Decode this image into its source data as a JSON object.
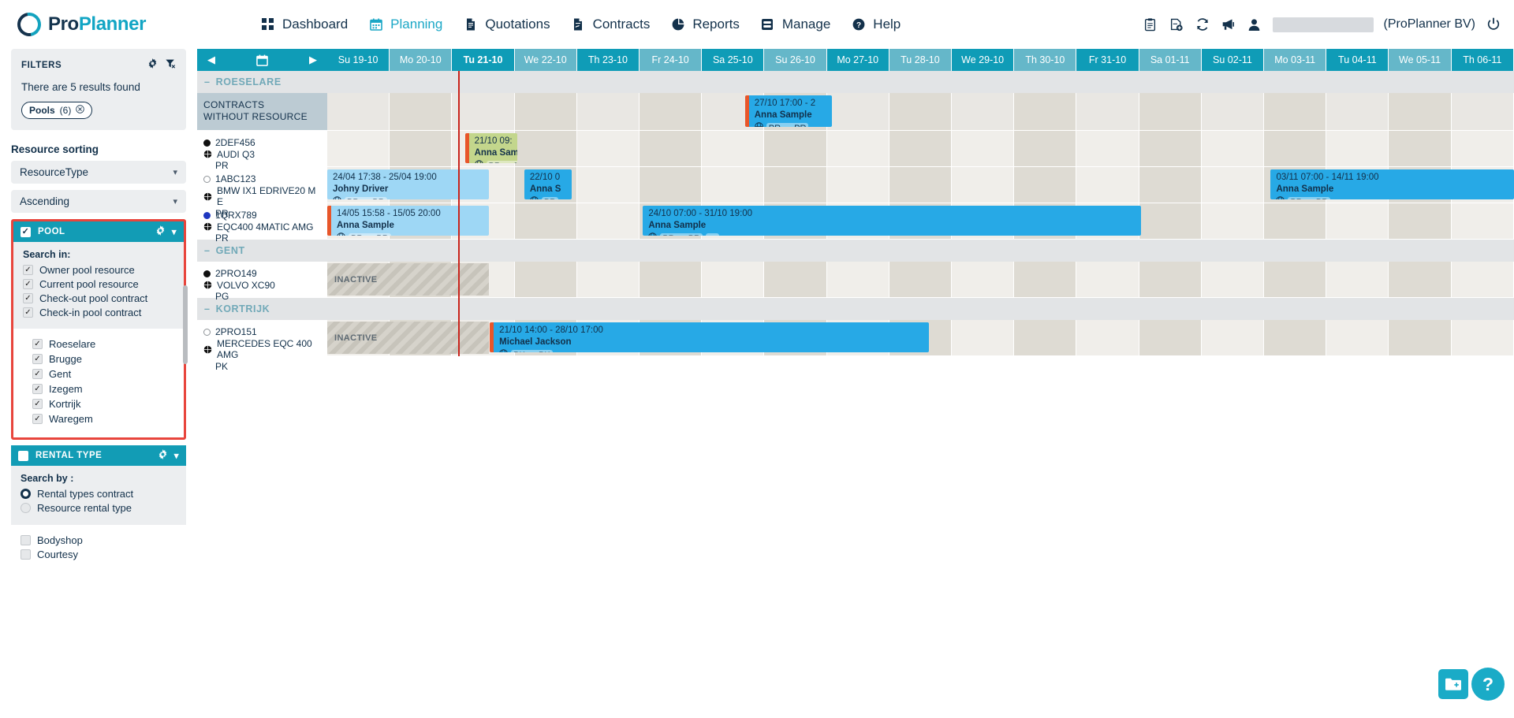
{
  "header": {
    "brand": {
      "pro": "Pro",
      "planner": "Planner"
    },
    "nav": [
      {
        "label": "Dashboard",
        "icon": "grid-icon",
        "active": false
      },
      {
        "label": "Planning",
        "icon": "calendar-icon",
        "active": true
      },
      {
        "label": "Quotations",
        "icon": "document-icon",
        "active": false
      },
      {
        "label": "Contracts",
        "icon": "contract-icon",
        "active": false
      },
      {
        "label": "Reports",
        "icon": "pie-chart-icon",
        "active": false
      },
      {
        "label": "Manage",
        "icon": "manage-icon",
        "active": false
      },
      {
        "label": "Help",
        "icon": "help-icon",
        "active": false
      }
    ],
    "right_icons": [
      "clipboard-icon",
      "add-document-icon",
      "refresh-icon",
      "megaphone-icon",
      "user-icon"
    ],
    "org": "(ProPlanner BV)",
    "logout_icon": "power-icon"
  },
  "sidebar": {
    "filters": {
      "title": "FILTERS",
      "results": "There are 5 results found",
      "chip": {
        "label": "Pools",
        "count": "(6)"
      },
      "gear_icon": "gear-icon",
      "filter_icon": "filter-off-icon"
    },
    "sorting": {
      "label": "Resource sorting",
      "field": "ResourceType",
      "direction": "Ascending"
    },
    "pool": {
      "title": "POOL",
      "checked": true,
      "search_in_label": "Search in:",
      "search_in": [
        {
          "label": "Owner pool resource",
          "checked": true
        },
        {
          "label": "Current pool resource",
          "checked": true
        },
        {
          "label": "Check-out pool contract",
          "checked": true
        },
        {
          "label": "Check-in pool contract",
          "checked": true
        }
      ],
      "pools": [
        {
          "label": "Roeselare",
          "checked": true
        },
        {
          "label": "Brugge",
          "checked": true
        },
        {
          "label": "Gent",
          "checked": true
        },
        {
          "label": "Izegem",
          "checked": true
        },
        {
          "label": "Kortrijk",
          "checked": true
        },
        {
          "label": "Waregem",
          "checked": true
        }
      ]
    },
    "rental_type": {
      "title": "RENTAL TYPE",
      "checked": false,
      "search_by_label": "Search by :",
      "options": [
        {
          "label": "Rental types contract",
          "selected": true
        },
        {
          "label": "Resource rental type",
          "selected": false
        }
      ],
      "types": [
        {
          "label": "Bodyshop",
          "checked": false
        },
        {
          "label": "Courtesy",
          "checked": false
        }
      ]
    }
  },
  "timeline": {
    "prev_icon": "chevron-left-icon",
    "calendar_icon": "calendar-icon",
    "next_icon": "chevron-right-icon",
    "days": [
      {
        "label": "Su 19-10",
        "weekend": true,
        "today": false
      },
      {
        "label": "Mo 20-10",
        "weekend": false,
        "today": false
      },
      {
        "label": "Tu 21-10",
        "weekend": false,
        "today": true
      },
      {
        "label": "We 22-10",
        "weekend": true,
        "today": false
      },
      {
        "label": "Th 23-10",
        "weekend": false,
        "today": false
      },
      {
        "label": "Fr 24-10",
        "weekend": true,
        "today": false
      },
      {
        "label": "Sa 25-10",
        "weekend": false,
        "today": false
      },
      {
        "label": "Su 26-10",
        "weekend": true,
        "today": false
      },
      {
        "label": "Mo 27-10",
        "weekend": false,
        "today": false
      },
      {
        "label": "Tu 28-10",
        "weekend": true,
        "today": false
      },
      {
        "label": "We 29-10",
        "weekend": false,
        "today": false
      },
      {
        "label": "Th 30-10",
        "weekend": true,
        "today": false
      },
      {
        "label": "Fr 31-10",
        "weekend": false,
        "today": false
      },
      {
        "label": "Sa 01-11",
        "weekend": true,
        "today": false
      },
      {
        "label": "Su 02-11",
        "weekend": false,
        "today": false
      },
      {
        "label": "Mo 03-11",
        "weekend": true,
        "today": false
      },
      {
        "label": "Tu 04-11",
        "weekend": false,
        "today": false
      },
      {
        "label": "We 05-11",
        "weekend": true,
        "today": false
      },
      {
        "label": "Th 06-11",
        "weekend": false,
        "today": false
      }
    ]
  },
  "groups": [
    {
      "name": "ROESELARE",
      "rows": [
        {
          "kind": "no-resource",
          "label_line1": "CONTRACTS",
          "label_line2": "WITHOUT RESOURCE",
          "events": [
            {
              "time": "27/10 17:00 - 2",
              "name": "Anna Sample",
              "tags": [
                "PR → PR"
              ],
              "color": "blue",
              "left_pct": 35.2,
              "width_pct": 7.3,
              "marker": true
            }
          ]
        },
        {
          "kind": "resource",
          "dot": "black",
          "id": "2DEF456",
          "model": "AUDI Q3",
          "pool": "PR",
          "events": [
            {
              "time": "21/10 09:",
              "name": "Anna Sam",
              "tags": [
                "PR → PR"
              ],
              "color": "green",
              "left_pct": 11.6,
              "width_pct": 4.4,
              "marker": true
            }
          ]
        },
        {
          "kind": "resource",
          "dot": "hollow",
          "id": "1ABC123",
          "model": "BMW IX1 EDRIVE20 M E",
          "pool": "PR",
          "events": [
            {
              "time": "24/04 17:38 - 25/04 19:00",
              "name": "Johny Driver",
              "tags": [
                "PR → PR"
              ],
              "color": "lblue",
              "left_pct": 0,
              "width_pct": 13.6,
              "marker": false
            },
            {
              "time": "22/10 0",
              "name": "Anna S",
              "tags": [
                "PR"
              ],
              "color": "blue",
              "left_pct": 16.6,
              "width_pct": 4.0,
              "marker": false
            },
            {
              "time": "03/11 07:00 - 14/11 19:00",
              "name": "Anna Sample",
              "tags": [
                "PR → PR"
              ],
              "color": "blue",
              "left_pct": 79.5,
              "width_pct": 20.5,
              "marker": false
            }
          ]
        },
        {
          "kind": "resource",
          "dot": "blue",
          "id": "1QRX789",
          "model": "EQC400 4MATIC AMG",
          "pool": "PR",
          "events": [
            {
              "time": "14/05 15:58 - 15/05 20:00",
              "name": "Anna Sample",
              "tags": [
                "PR → PR"
              ],
              "color": "lblue",
              "left_pct": 0,
              "width_pct": 13.6,
              "marker": true
            },
            {
              "time": "24/10 07:00 - 31/10 19:00",
              "name": "Anna Sample",
              "tags": [
                "PR → PR",
                "↔"
              ],
              "color": "blue",
              "left_pct": 26.6,
              "width_pct": 42.0,
              "marker": false
            }
          ]
        }
      ]
    },
    {
      "name": "GENT",
      "rows": [
        {
          "kind": "resource",
          "dot": "black",
          "id": "2PRO149",
          "model": "VOLVO XC90",
          "pool": "PG",
          "inactive_label": "INACTIVE",
          "inactive_width_pct": 13.6,
          "events": []
        }
      ]
    },
    {
      "name": "KORTRIJK",
      "rows": [
        {
          "kind": "resource",
          "dot": "hollow",
          "id": "2PRO151",
          "model": "MERCEDES EQC 400 AMG",
          "pool": "PK",
          "inactive_label": "INACTIVE",
          "inactive_width_pct": 13.6,
          "events": [
            {
              "time": "21/10 14:00 - 28/10 17:00",
              "name": "Michael Jackson",
              "tags": [
                "PK → PK"
              ],
              "color": "blue",
              "left_pct": 13.7,
              "width_pct": 37.0,
              "marker": true
            }
          ]
        }
      ]
    }
  ],
  "fab": {
    "export_icon": "export-icon",
    "help_label": "?"
  },
  "colors": {
    "accent": "#12a5c4",
    "header_blue": "#0f9cb7",
    "highlight_red": "#e8453c",
    "today_line": "#c9241c"
  }
}
